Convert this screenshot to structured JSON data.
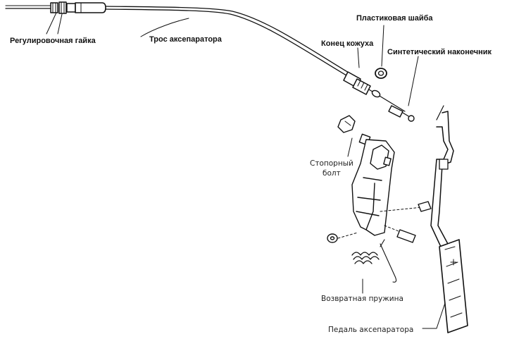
{
  "labels": {
    "adjust_nut": "Регулировочная гайка",
    "cable": "Трос аксепаратора",
    "plastic_washer": "Пластиковая шайба",
    "sheath_end": "Конец кожуха",
    "synthetic_tip": "Синтетический наконечник",
    "stop_bolt_line1": "Стопорный",
    "stop_bolt_line2": "болт",
    "return_spring": "Возвратная пружина",
    "pedal": "Педаль аксепаратора"
  },
  "colors": {
    "ink": "#111111",
    "paper": "#ffffff"
  }
}
